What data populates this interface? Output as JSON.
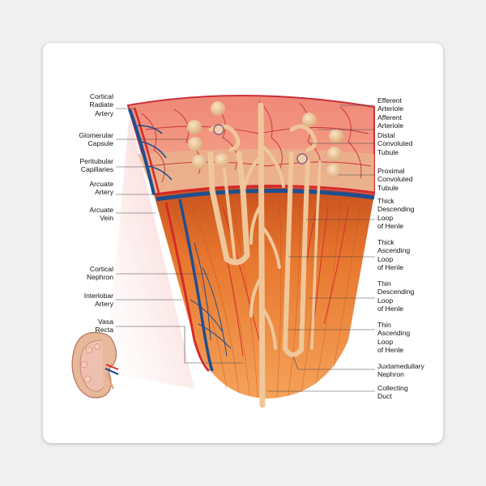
{
  "diagram": {
    "left_labels": [
      {
        "id": "cortical-radiate-artery",
        "text": "Cortical\nRadiate\nArtery"
      },
      {
        "id": "glomerular-capsule",
        "text": "Glomerular\nCapsule"
      },
      {
        "id": "peritubular-capillaries",
        "text": "Peritubular\nCapillaries"
      },
      {
        "id": "arcuate-artery",
        "text": "Arcuate\nArtery"
      },
      {
        "id": "arcuate-vein",
        "text": "Arcuate\nVein"
      },
      {
        "id": "cortical-nephron",
        "text": "Cortical\nNephron"
      },
      {
        "id": "interlobar-artery",
        "text": "Interlobar\nArtery"
      },
      {
        "id": "vasa-recta",
        "text": "Vasa\nRecta"
      }
    ],
    "right_labels": [
      {
        "id": "efferent-arteriole",
        "text": "Efferent\nArteriole"
      },
      {
        "id": "afferent-arteriole",
        "text": "Afferent\nArteriole"
      },
      {
        "id": "distal-convoluted-tubule",
        "text": "Distal\nConvoluted\nTubule"
      },
      {
        "id": "proximal-convoluted-tubule",
        "text": "Proximal\nConvoluted\nTubule"
      },
      {
        "id": "thick-descending-loop",
        "text": "Thick\nDescending\nLoop\nof Henle"
      },
      {
        "id": "thick-ascending-loop",
        "text": "Thick\nAscending\nLoop\nof Henle"
      },
      {
        "id": "thin-descending-loop",
        "text": "Thin\nDescending\nLoop\nof Henle"
      },
      {
        "id": "thin-ascending-loop",
        "text": "Thin\nAscending\nLoop\nof Henle"
      },
      {
        "id": "juxtamedullary-nephron",
        "text": "Juxtamedullary\nNephron"
      },
      {
        "id": "collecting-duct",
        "text": "Collecting\nDuct"
      }
    ]
  },
  "colors": {
    "cortex": "#ef8a7a",
    "cortex_vessels": "#c8323a",
    "medulla": "#e8782f",
    "medulla_dark": "#c94f1c",
    "tubule": "#efc79a",
    "vein": "#1f4f8f",
    "artery": "#d42a2a",
    "leader": "#444444"
  }
}
